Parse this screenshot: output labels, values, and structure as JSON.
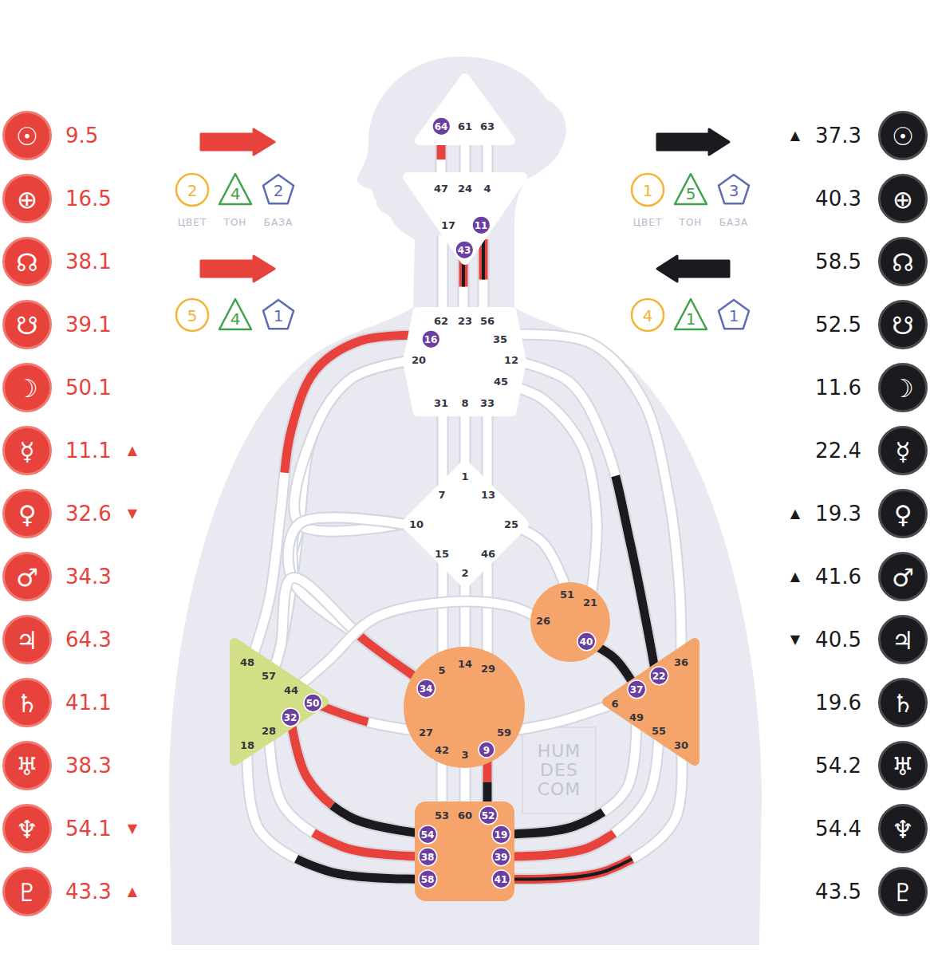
{
  "diagram": {
    "nodes": [
      {
        "text": [
          "61",
          "63"
        ]
      },
      {
        "text": [
          "64"
        ],
        "in": 0
      },
      {
        "text": [
          "47",
          "24",
          "4",
          "17"
        ]
      },
      {
        "text": [
          "11"
        ],
        "in": 2
      },
      {
        "text": [
          "43"
        ],
        "in": 2
      },
      {
        "text": [
          "62",
          "23",
          "56",
          "35",
          "20",
          "12",
          "45",
          "31",
          "8",
          "33"
        ]
      },
      {
        "text": [
          "16"
        ],
        "in": 5
      },
      {
        "text": [
          "1",
          "7",
          "13",
          "10",
          "25",
          "15",
          "46",
          "2"
        ]
      },
      {
        "text": [
          "51",
          "21",
          "26"
        ]
      },
      {
        "text": [
          "40"
        ],
        "in": 8
      },
      {
        "text": [
          "48",
          "57",
          "44",
          "28",
          "18"
        ]
      },
      {
        "text": [
          "50"
        ],
        "in": 10
      },
      {
        "text": [
          "32"
        ],
        "in": 10
      },
      {
        "text": [
          "5",
          "14",
          "29",
          "27",
          "59",
          "42",
          "3"
        ]
      },
      {
        "text": [
          "34"
        ],
        "in": 13
      },
      {
        "text": [
          "9"
        ],
        "in": 13
      },
      {
        "text": [
          "36",
          "6",
          "49",
          "55",
          "30"
        ]
      },
      {
        "text": [
          "22"
        ],
        "in": 16
      },
      {
        "text": [
          "37"
        ],
        "in": 16
      },
      {
        "text": [
          "53",
          "60"
        ]
      },
      {
        "text": [
          "52"
        ],
        "in": 19
      },
      {
        "text": [
          "54"
        ],
        "in": 19
      },
      {
        "text": [
          "19"
        ],
        "in": 19
      },
      {
        "text": [
          "38"
        ],
        "in": 19
      },
      {
        "text": [
          "39"
        ],
        "in": 19
      },
      {
        "text": [
          "58"
        ],
        "in": 19
      },
      {
        "text": [
          "41"
        ],
        "in": 19
      },
      {
        "text": [
          "☉"
        ]
      },
      {
        "text": [
          "⊕"
        ]
      },
      {
        "text": [
          "☊"
        ]
      },
      {
        "text": [
          "☋"
        ]
      },
      {
        "text": [
          "☽"
        ]
      },
      {
        "text": [
          "☿"
        ]
      },
      {
        "text": [
          "♀"
        ]
      },
      {
        "text": [
          "♂"
        ]
      },
      {
        "text": [
          "♃"
        ]
      },
      {
        "text": [
          "♄"
        ]
      },
      {
        "text": [
          "♅"
        ]
      },
      {
        "text": [
          "♆"
        ]
      },
      {
        "text": [
          "♇"
        ]
      },
      {
        "text": [
          "☉"
        ]
      },
      {
        "text": [
          "⊕"
        ]
      },
      {
        "text": [
          "☊"
        ]
      },
      {
        "text": [
          "☋"
        ]
      },
      {
        "text": [
          "☽"
        ]
      },
      {
        "text": [
          "☿"
        ]
      },
      {
        "text": [
          "♀"
        ]
      },
      {
        "text": [
          "♂"
        ]
      },
      {
        "text": [
          "♃"
        ]
      },
      {
        "text": [
          "♄"
        ]
      },
      {
        "text": [
          "♅"
        ]
      },
      {
        "text": [
          "♆"
        ]
      },
      {
        "text": [
          "♇"
        ]
      },
      {
        "text": [
          "2"
        ]
      },
      {
        "text": [
          "4"
        ]
      },
      {
        "text": [
          "2"
        ]
      },
      {
        "text": [
          "5"
        ]
      },
      {
        "text": [
          "4"
        ]
      },
      {
        "text": [
          "1"
        ]
      },
      {
        "text": [
          "1"
        ]
      },
      {
        "text": [
          "5"
        ]
      },
      {
        "text": [
          "3"
        ]
      },
      {
        "text": [
          "4"
        ]
      },
      {
        "text": [
          "1"
        ]
      },
      {
        "text": [
          "1"
        ]
      }
    ],
    "edges": [
      {
        "from": 0,
        "to": 2,
        "arrow": "none"
      },
      {
        "from": 0,
        "to": 2,
        "arrow": "none"
      },
      {
        "from": 0,
        "to": 2,
        "arrow": "none"
      },
      {
        "from": 2,
        "to": 5,
        "arrow": "none"
      },
      {
        "from": 2,
        "to": 5,
        "arrow": "none"
      },
      {
        "from": 2,
        "to": 5,
        "arrow": "none"
      },
      {
        "from": 5,
        "to": 7,
        "arrow": "none"
      },
      {
        "from": 5,
        "to": 7,
        "arrow": "none"
      },
      {
        "from": 5,
        "to": 7,
        "arrow": "none"
      },
      {
        "from": 5,
        "to": 10,
        "arrow": "none"
      },
      {
        "from": 5,
        "to": 10,
        "arrow": "none"
      },
      {
        "from": 5,
        "to": 13,
        "arrow": "none"
      },
      {
        "from": 5,
        "to": 7,
        "arrow": "none"
      },
      {
        "from": 7,
        "to": 10,
        "arrow": "none"
      },
      {
        "from": 7,
        "to": 13,
        "arrow": "none"
      },
      {
        "from": 13,
        "to": 10,
        "arrow": "none"
      },
      {
        "from": 5,
        "to": 8,
        "arrow": "none"
      },
      {
        "from": 5,
        "to": 16,
        "arrow": "none"
      },
      {
        "from": 5,
        "to": 16,
        "arrow": "none"
      },
      {
        "from": 7,
        "to": 8,
        "arrow": "none"
      },
      {
        "from": 7,
        "to": 13,
        "arrow": "none"
      },
      {
        "from": 7,
        "to": 13,
        "arrow": "none"
      },
      {
        "from": 7,
        "to": 13,
        "arrow": "none"
      },
      {
        "from": 8,
        "to": 10,
        "arrow": "none"
      },
      {
        "from": 8,
        "to": 16,
        "arrow": "none"
      },
      {
        "from": 10,
        "to": 13,
        "arrow": "none"
      },
      {
        "from": 13,
        "to": 16,
        "arrow": "none"
      },
      {
        "from": 10,
        "to": 19,
        "arrow": "none"
      },
      {
        "from": 10,
        "to": 19,
        "arrow": "none"
      },
      {
        "from": 10,
        "to": 19,
        "arrow": "none"
      },
      {
        "from": 13,
        "to": 19,
        "arrow": "none"
      },
      {
        "from": 13,
        "to": 19,
        "arrow": "none"
      },
      {
        "from": 13,
        "to": 19,
        "arrow": "none"
      },
      {
        "from": 19,
        "to": 16,
        "arrow": "none"
      },
      {
        "from": 19,
        "to": 16,
        "arrow": "none"
      },
      {
        "from": 19,
        "to": 16,
        "arrow": "none"
      }
    ],
    "labels": [
      "9.5",
      "16.5",
      "38.1",
      "39.1",
      "50.1",
      "11.1",
      "32.6",
      "34.3",
      "64.3",
      "41.1",
      "38.3",
      "54.1",
      "43.3",
      "▲",
      "▼",
      "▼",
      "▲",
      "ЦВЕТ",
      "ТОН",
      "БАЗА",
      "ЦВЕТ",
      "ТОН",
      "БАЗА",
      "37.3",
      "40.3",
      "58.5",
      "52.5",
      "11.6",
      "22.4",
      "19.3",
      "41.6",
      "40.5",
      "19.6",
      "54.2",
      "54.4",
      "43.5",
      "▲",
      "▲",
      "▲",
      "▼",
      "HUM DES COM"
    ]
  }
}
